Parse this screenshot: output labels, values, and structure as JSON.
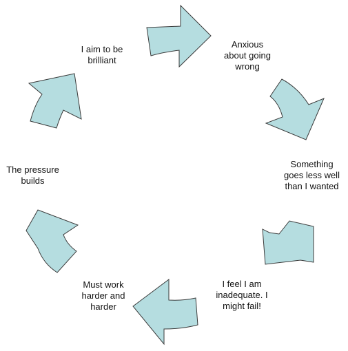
{
  "diagram": {
    "arrow_fill": "#b5dde0",
    "arrow_stroke": "#3a3a3a",
    "steps": [
      {
        "id": "aim",
        "lines": [
          "I aim to be",
          "brilliant"
        ]
      },
      {
        "id": "anxious",
        "lines": [
          "Anxious",
          "about going",
          "wrong"
        ]
      },
      {
        "id": "something",
        "lines": [
          "Something",
          "goes less well",
          "than I wanted"
        ]
      },
      {
        "id": "inadequate",
        "lines": [
          "I feel I am",
          "inadequate. I",
          "might fail!"
        ]
      },
      {
        "id": "work",
        "lines": [
          "Must work",
          "harder and",
          "harder"
        ]
      },
      {
        "id": "pressure",
        "lines": [
          "The pressure",
          "builds"
        ]
      }
    ]
  }
}
